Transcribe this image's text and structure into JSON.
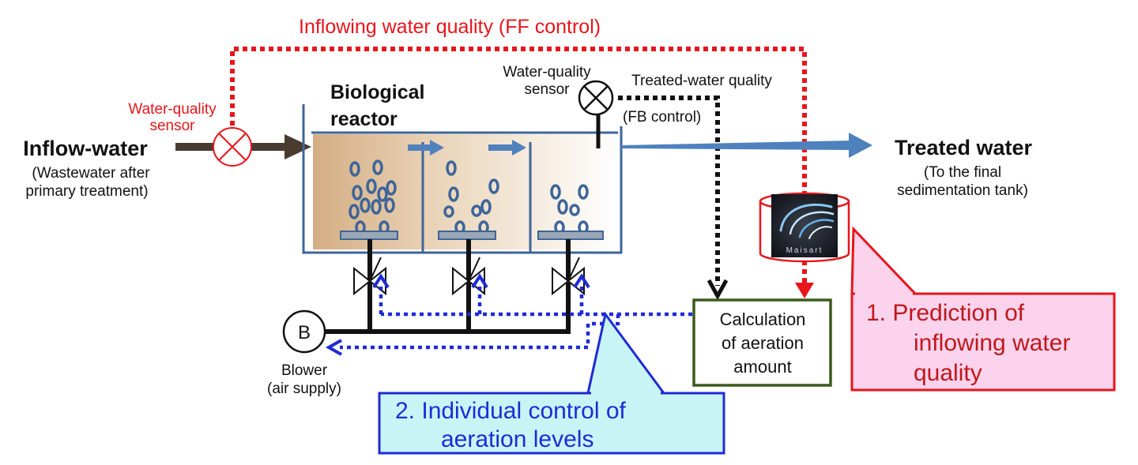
{
  "labels": {
    "ff_control": "Inflowing water quality (FF control)",
    "sensor_left_line1": "Water-quality",
    "sensor_left_line2": "sensor",
    "inflow_title": "Inflow-water",
    "inflow_sub1": "(Wastewater after",
    "inflow_sub2": "primary treatment)",
    "reactor_line1": "Biological",
    "reactor_line2": "reactor",
    "sensor_right_line1": "Water-quality",
    "sensor_right_line2": "sensor",
    "treated_quality_line1": "Treated-water quality",
    "treated_quality_line2": "(FB control)",
    "treated_title": "Treated water",
    "treated_sub1": "(To the final",
    "treated_sub2": "sedimentation tank)",
    "calc_line1": "Calculation",
    "calc_line2": "of aeration",
    "calc_line3": "amount",
    "blower_letter": "B",
    "blower_line1": "Blower",
    "blower_line2": "(air supply)",
    "maisart_logo": "Maisart",
    "callout1_line1": "1.   Prediction of",
    "callout1_line2": "inflowing water",
    "callout1_line3": "quality",
    "callout2_line1": "2.   Individual control of",
    "callout2_line2": "aeration levels"
  },
  "colors": {
    "red": "#e8151b",
    "dark_red": "#c0171c",
    "blue_flow": "#4f81bd",
    "blue_dotted": "#1d2bd6",
    "inflow_brown": "#4a3b30",
    "reactor_tan": "#d6b48c",
    "calc_border": "#3d5a1e",
    "callout1_fill": "#fbd3ec",
    "callout2_fill": "#c9f4f6",
    "callout2_text": "#1d2bd6"
  }
}
